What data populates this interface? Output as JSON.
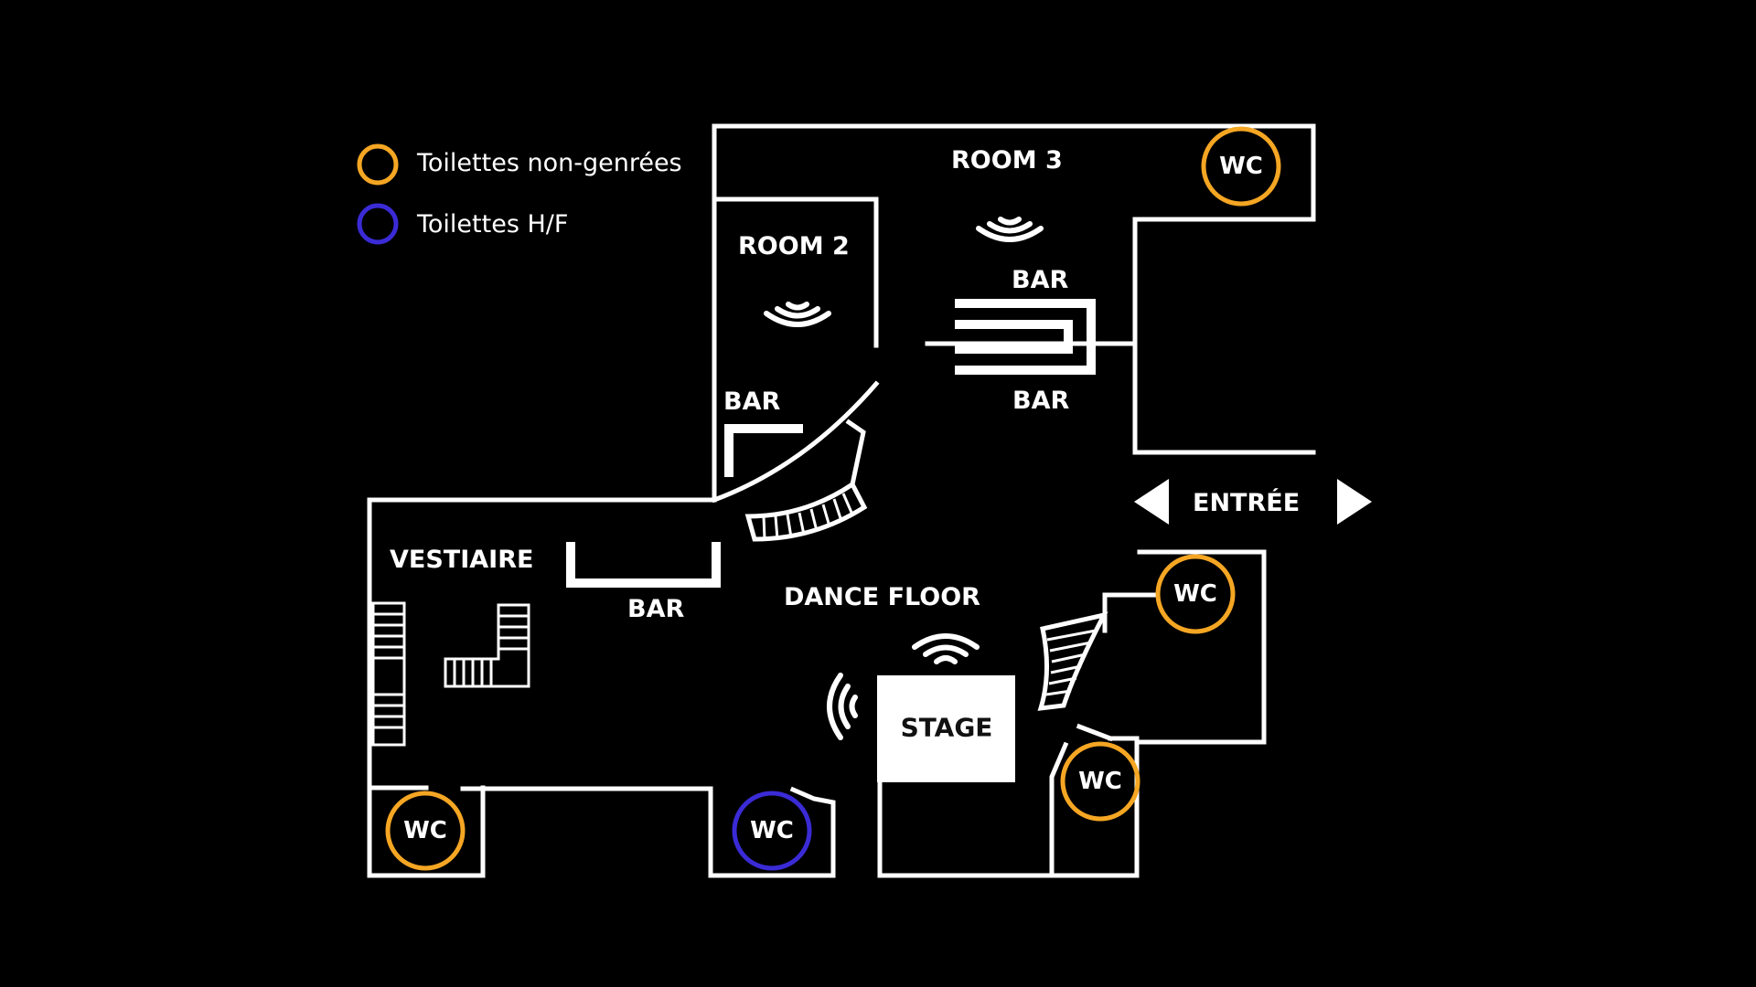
{
  "colors": {
    "background": "#000000",
    "lines": "#ffffff",
    "wc_nongenre": "#f5a623",
    "wc_hf": "#3a2bd6"
  },
  "legend": {
    "nongenre_label": "Toilettes non-genrées",
    "hf_label": "Toilettes H/F"
  },
  "rooms": {
    "room3": "ROOM 3",
    "room2": "ROOM 2",
    "vestiaire": "VESTIAIRE",
    "dance_floor": "DANCE FLOOR",
    "stage": "STAGE",
    "entree": "ENTRÉE"
  },
  "bars": {
    "room3_top": "BAR",
    "room3_bottom": "BAR",
    "room2": "BAR",
    "vestiaire": "BAR"
  },
  "wc": {
    "label": "WC",
    "room3": {
      "label": "WC",
      "type": "non-genrée"
    },
    "right_upper": {
      "label": "WC",
      "type": "non-genrée"
    },
    "right_lower": {
      "label": "WC",
      "type": "non-genrée"
    },
    "bottom_left": {
      "label": "WC",
      "type": "non-genrée"
    },
    "bottom_middle": {
      "label": "WC",
      "type": "H/F"
    }
  },
  "icons": {
    "sound": "sound-wave-icon",
    "entrance": "arrow-left-icon / arrow-right-icon"
  }
}
